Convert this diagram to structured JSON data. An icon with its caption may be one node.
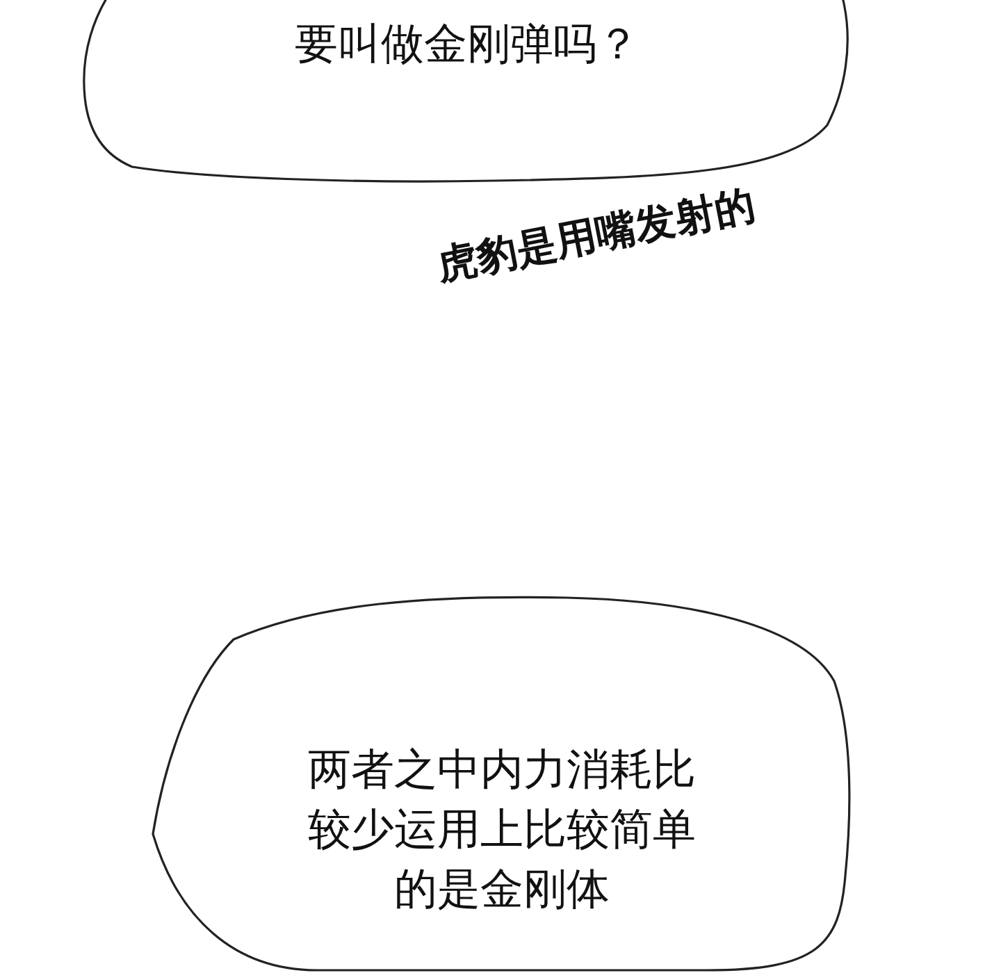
{
  "diagram": {
    "nodes": [
      {
        "text": [
          "要叫做金刚弹吗？"
        ]
      },
      {
        "text": [
          "两者之中内力消耗比较少运用上比较简单的是金刚体"
        ]
      }
    ],
    "labels": [
      "虎豹是用嘴发射的"
    ]
  }
}
